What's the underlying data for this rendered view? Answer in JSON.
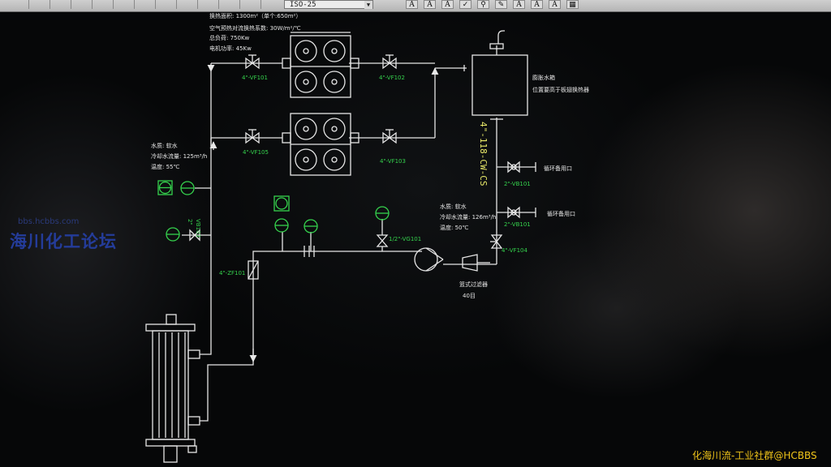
{
  "toolbar": {
    "dimstyle_value": "ISO-25",
    "buttons": [
      "A",
      "A",
      "A",
      "A",
      "A",
      "A"
    ]
  },
  "drawing": {
    "cooler_specs": [
      "换热面积: 1300m²（单个:650m²）",
      "空气预热对流换热系数: 30W/m²/℃",
      "总负荷: 750Kw",
      "电机功率: 45Kw"
    ],
    "water_in": [
      "水质: 软水",
      "冷却水流量: 125m³/h",
      "温度: 55℃"
    ],
    "water_out": [
      "水质: 软水",
      "冷却水流量: 126m³/h",
      "温度: 50℃"
    ],
    "tank_notes": [
      "膨胀水箱",
      "位置要高于板翅换热器"
    ],
    "standby_port": "循环备用口",
    "filter_notes": [
      "篮式过滤器",
      "40目"
    ],
    "pipe_line": "4\"-118-CW-CS",
    "tags": {
      "vf101": "4\"-VF101",
      "vf102": "4\"-VF102",
      "vf103": "4\"-VF103",
      "vf104": "4\"-VF104",
      "vf105": "4\"-VF105",
      "vb101": "2\"-VB101",
      "vb102": "2\"-VB101",
      "vg101": "1/2\"-VG101",
      "zf101": "4\"-ZF101",
      "vb103": "VB103",
      "vb104": "2\""
    }
  },
  "watermark": {
    "url": "bbs.hcbbs.com",
    "name": "海川化工论坛",
    "corner": "化海川流-工业社群@HCBBS"
  }
}
